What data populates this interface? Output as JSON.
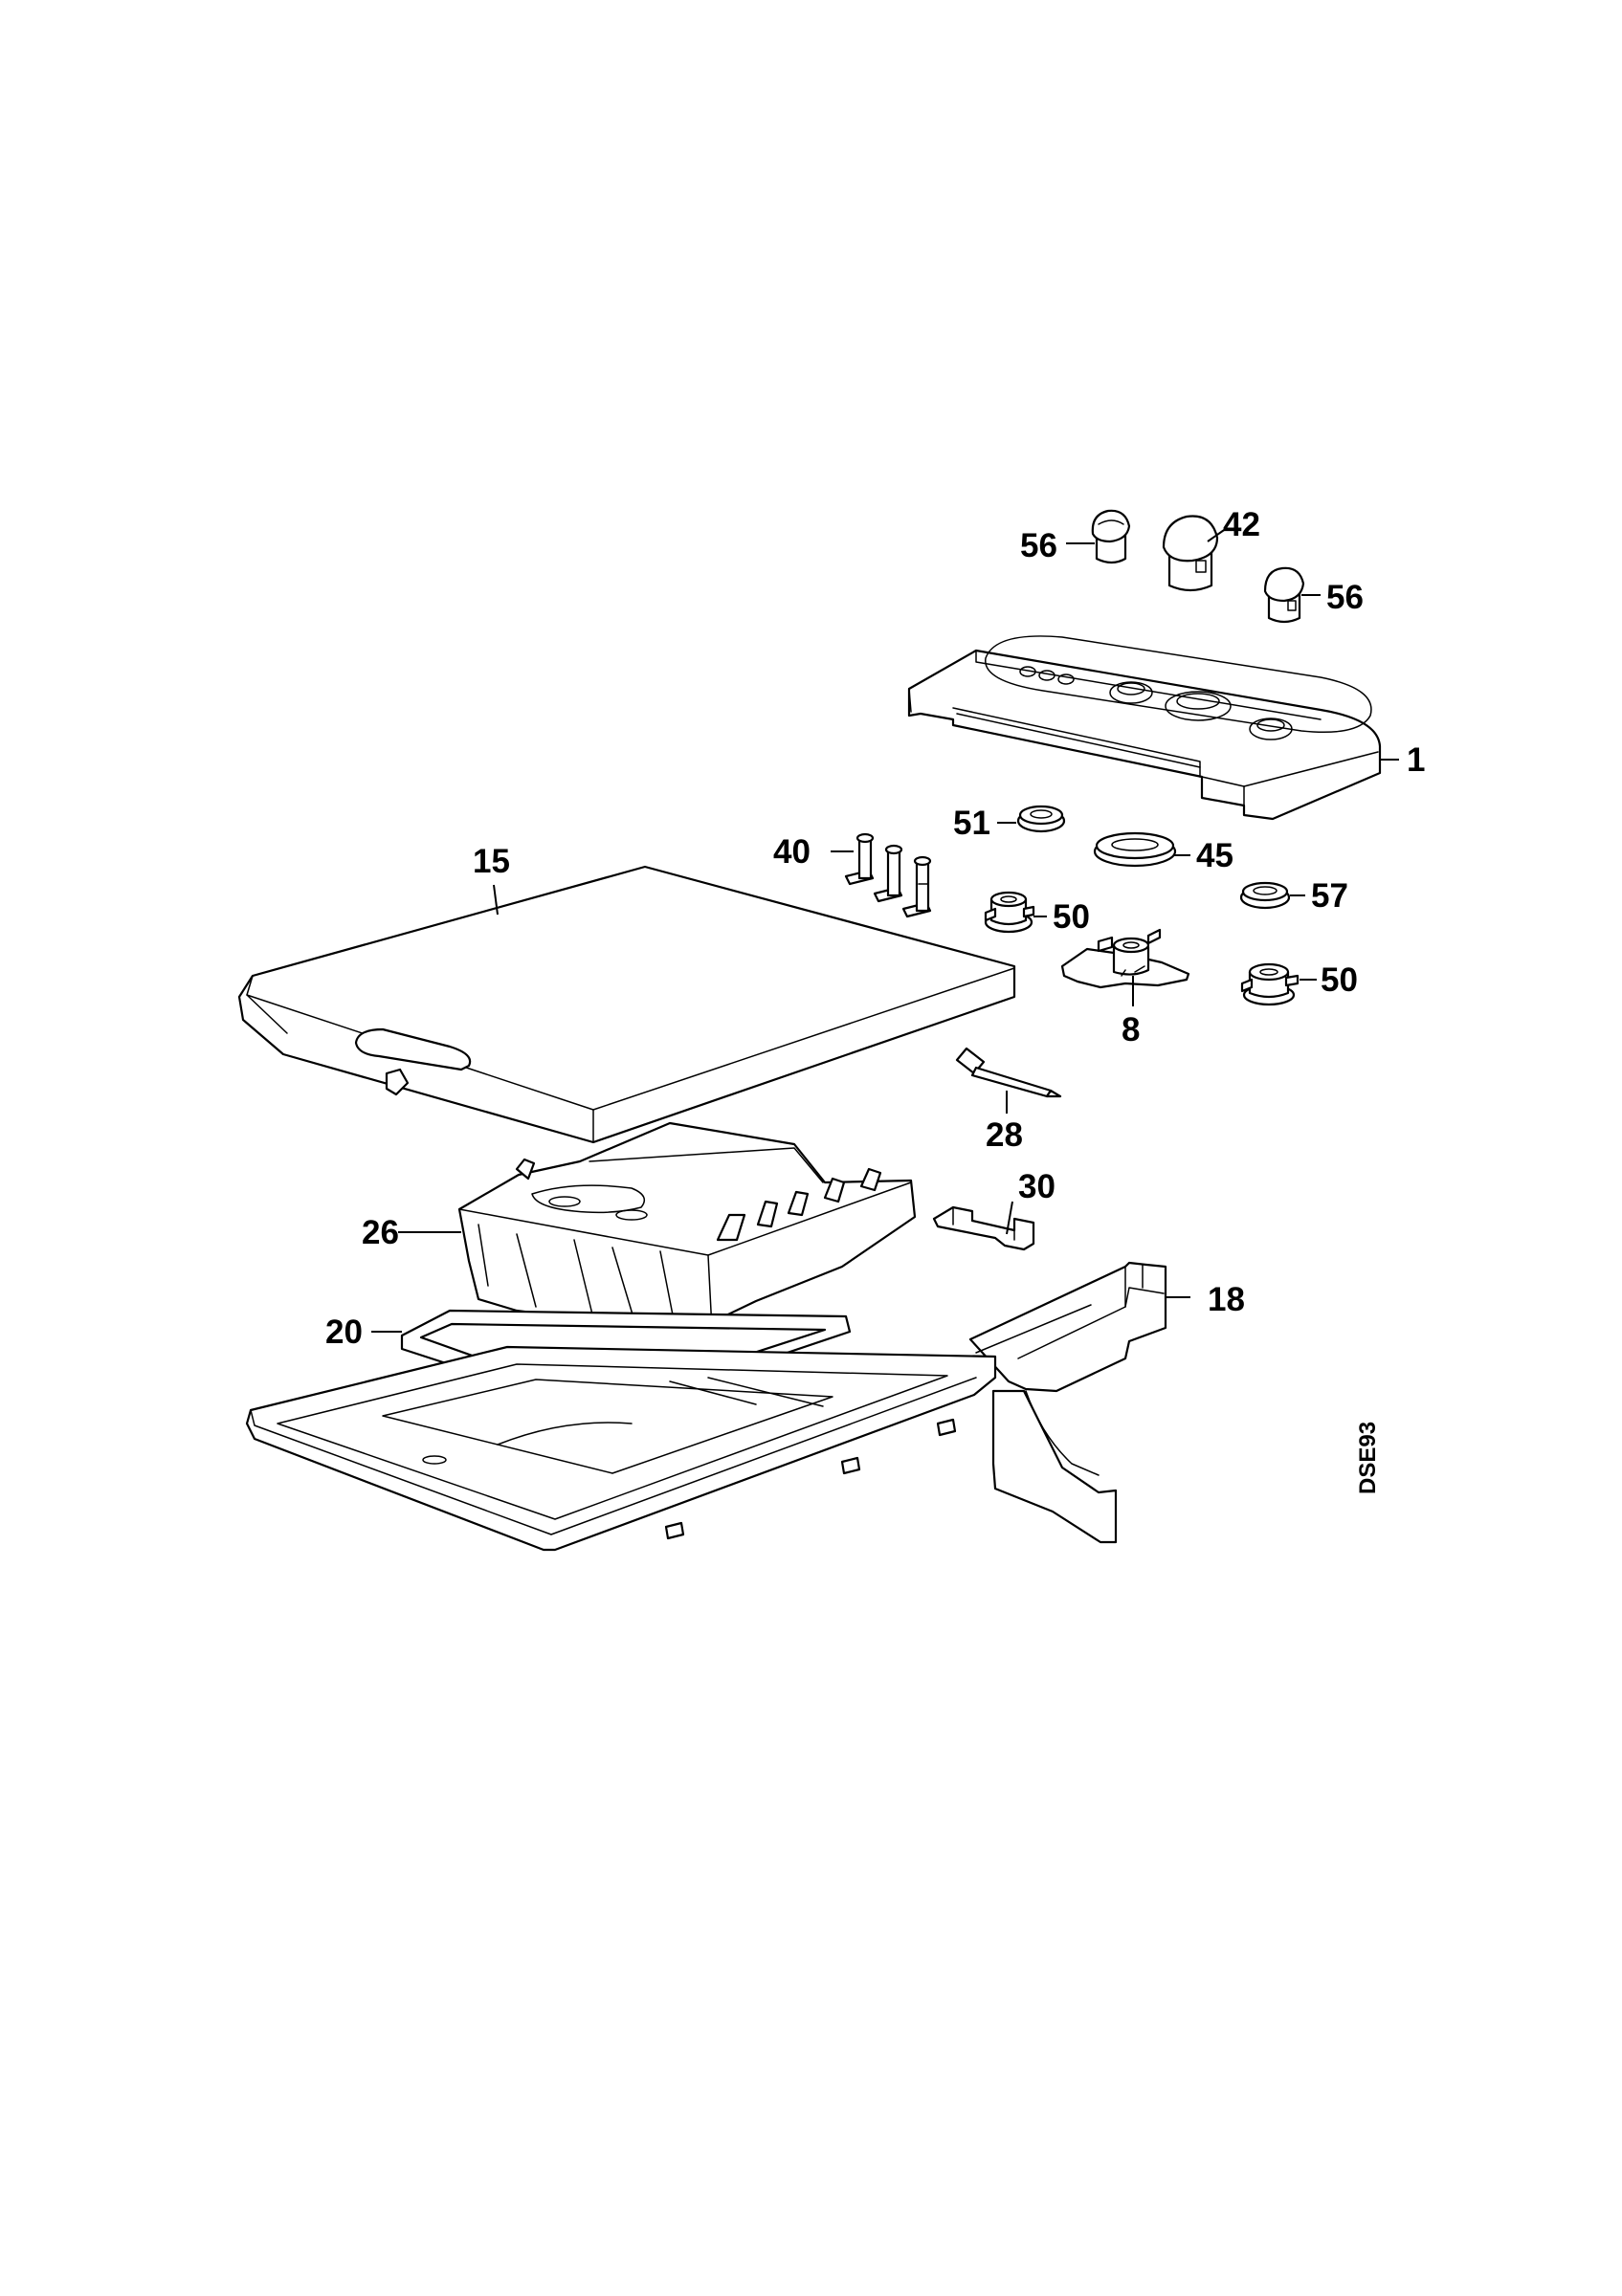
{
  "diagram_code": "DSE93",
  "callouts": {
    "c56a": "56",
    "c42": "42",
    "c56b": "56",
    "c1": "1",
    "c51": "51",
    "c45": "45",
    "c40": "40",
    "c15": "15",
    "c57": "57",
    "c50a": "50",
    "c8": "8",
    "c50b": "50",
    "c28": "28",
    "c30": "30",
    "c26": "26",
    "c18": "18",
    "c20": "20"
  }
}
